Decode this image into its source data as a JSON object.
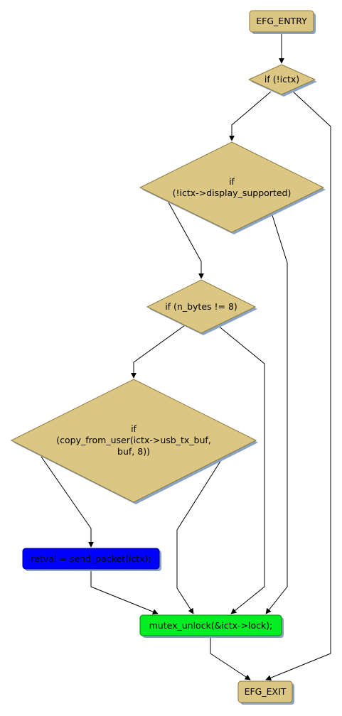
{
  "diagram": {
    "nodes": {
      "entry": {
        "label": "EFG_ENTRY",
        "color": "#dbc783"
      },
      "d1": {
        "label": "if (!ictx)",
        "color": "#dbc783"
      },
      "d2": {
        "label_line1": "if",
        "label_line2": "(!ictx->display_supported)",
        "color": "#dbc783"
      },
      "d3": {
        "label": "if (n_bytes != 8)",
        "color": "#dbc783"
      },
      "d4": {
        "label_line1": "if",
        "label_line2": "(copy_from_user(ictx->usb_tx_buf,",
        "label_line3": "buf, 8))",
        "color": "#dbc783"
      },
      "retval": {
        "label": "retval = send_packet(ictx);",
        "color": "#0000ff"
      },
      "unlock": {
        "label": "mutex_unlock(&ictx->lock);",
        "color": "#00ee22"
      },
      "exit": {
        "label": "EFG_EXIT",
        "color": "#dbc783"
      }
    },
    "shadow_color": "#8aa2c4",
    "edge_color": "#000000"
  }
}
